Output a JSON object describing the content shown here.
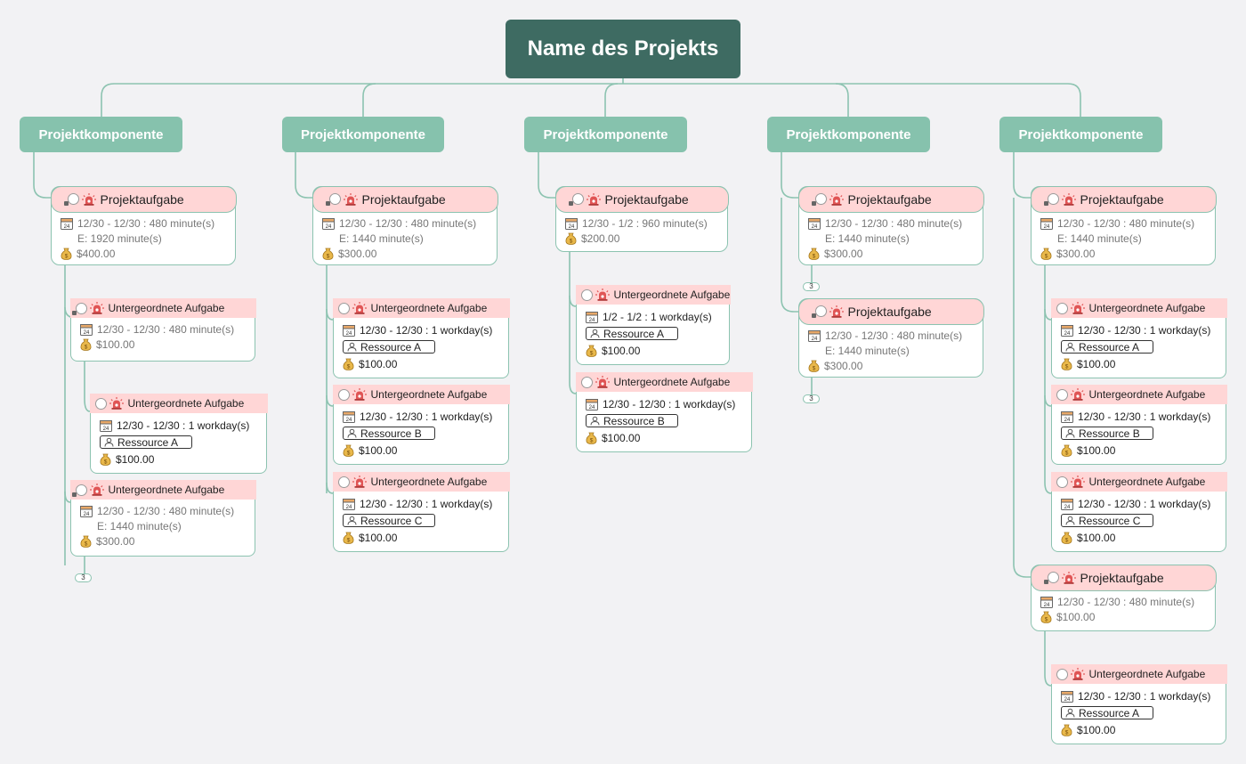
{
  "root": {
    "title": "Name des Projekts"
  },
  "components": [
    {
      "label": "Projektkomponente"
    },
    {
      "label": "Projektkomponente"
    },
    {
      "label": "Projektkomponente"
    },
    {
      "label": "Projektkomponente"
    },
    {
      "label": "Projektkomponente"
    }
  ],
  "cards": [
    {
      "id": "t1a",
      "kind": "task",
      "title": "Projektaufgabe",
      "locked": true,
      "alarm": true,
      "lines": [
        {
          "icon": "calendar-icon",
          "text": "12/30 - 12/30 : 480 minute(s)",
          "tone": "muted"
        },
        {
          "text": "E: 1920 minute(s)",
          "tone": "muted",
          "indent": true
        },
        {
          "icon": "money-icon",
          "text": "$400.00",
          "tone": "muted"
        }
      ]
    },
    {
      "id": "s1a",
      "kind": "sub",
      "title": "Untergeordnete Aufgabe",
      "locked": true,
      "alarm": true,
      "lines": [
        {
          "icon": "calendar-icon",
          "text": "12/30 - 12/30 : 480 minute(s)",
          "tone": "muted"
        },
        {
          "icon": "money-icon",
          "text": "$100.00",
          "tone": "muted"
        }
      ]
    },
    {
      "id": "s1b",
      "kind": "sub",
      "title": "Untergeordnete Aufgabe",
      "locked": false,
      "alarm": true,
      "lines": [
        {
          "icon": "calendar-icon",
          "text": "12/30 - 12/30 : 1 workday(s)",
          "tone": "dark"
        },
        {
          "resource": "Ressource A"
        },
        {
          "icon": "money-icon",
          "text": "$100.00",
          "tone": "dark"
        }
      ]
    },
    {
      "id": "s1c",
      "kind": "sub",
      "title": "Untergeordnete Aufgabe",
      "locked": true,
      "alarm": true,
      "lines": [
        {
          "icon": "calendar-icon",
          "text": "12/30 - 12/30 : 480 minute(s)",
          "tone": "muted"
        },
        {
          "text": "E: 1440 minute(s)",
          "tone": "muted",
          "indent": true
        },
        {
          "icon": "money-icon",
          "text": "$300.00",
          "tone": "muted"
        }
      ]
    },
    {
      "id": "t2a",
      "kind": "task",
      "title": "Projektaufgabe",
      "locked": true,
      "alarm": true,
      "lines": [
        {
          "icon": "calendar-icon",
          "text": "12/30 - 12/30 : 480 minute(s)",
          "tone": "muted"
        },
        {
          "text": "E: 1440 minute(s)",
          "tone": "muted",
          "indent": true
        },
        {
          "icon": "money-icon",
          "text": "$300.00",
          "tone": "muted"
        }
      ]
    },
    {
      "id": "s2a",
      "kind": "sub",
      "title": "Untergeordnete Aufgabe",
      "locked": false,
      "alarm": true,
      "lines": [
        {
          "icon": "calendar-icon",
          "text": "12/30 - 12/30 : 1 workday(s)",
          "tone": "dark"
        },
        {
          "resource": "Ressource A"
        },
        {
          "icon": "money-icon",
          "text": "$100.00",
          "tone": "dark"
        }
      ]
    },
    {
      "id": "s2b",
      "kind": "sub",
      "title": "Untergeordnete Aufgabe",
      "locked": false,
      "alarm": true,
      "lines": [
        {
          "icon": "calendar-icon",
          "text": "12/30 - 12/30 : 1 workday(s)",
          "tone": "dark"
        },
        {
          "resource": "Ressource B"
        },
        {
          "icon": "money-icon",
          "text": "$100.00",
          "tone": "dark"
        }
      ]
    },
    {
      "id": "s2c",
      "kind": "sub",
      "title": "Untergeordnete Aufgabe",
      "locked": false,
      "alarm": true,
      "lines": [
        {
          "icon": "calendar-icon",
          "text": "12/30 - 12/30 : 1 workday(s)",
          "tone": "dark"
        },
        {
          "resource": "Ressource C"
        },
        {
          "icon": "money-icon",
          "text": "$100.00",
          "tone": "dark"
        }
      ]
    },
    {
      "id": "t3a",
      "kind": "task",
      "title": "Projektaufgabe",
      "locked": true,
      "alarm": true,
      "lines": [
        {
          "icon": "calendar-icon",
          "text": "12/30 - 1/2 : 960 minute(s)",
          "tone": "muted"
        },
        {
          "icon": "money-icon",
          "text": "$200.00",
          "tone": "muted"
        }
      ]
    },
    {
      "id": "s3a",
      "kind": "sub",
      "title": "Untergeordnete Aufgabe",
      "locked": false,
      "alarm": true,
      "lines": [
        {
          "icon": "calendar-icon",
          "text": "1/2 - 1/2 : 1 workday(s)",
          "tone": "dark"
        },
        {
          "resource": "Ressource A"
        },
        {
          "icon": "money-icon",
          "text": "$100.00",
          "tone": "dark"
        }
      ]
    },
    {
      "id": "s3b",
      "kind": "sub",
      "title": "Untergeordnete Aufgabe",
      "locked": false,
      "alarm": true,
      "lines": [
        {
          "icon": "calendar-icon",
          "text": "12/30 - 12/30 : 1 workday(s)",
          "tone": "dark"
        },
        {
          "resource": "Ressource B"
        },
        {
          "icon": "money-icon",
          "text": "$100.00",
          "tone": "dark"
        }
      ]
    },
    {
      "id": "t4a",
      "kind": "task",
      "title": "Projektaufgabe",
      "locked": true,
      "alarm": true,
      "lines": [
        {
          "icon": "calendar-icon",
          "text": "12/30 - 12/30 : 480 minute(s)",
          "tone": "muted"
        },
        {
          "text": "E: 1440 minute(s)",
          "tone": "muted",
          "indent": true
        },
        {
          "icon": "money-icon",
          "text": "$300.00",
          "tone": "muted"
        }
      ]
    },
    {
      "id": "t4b",
      "kind": "task",
      "title": "Projektaufgabe",
      "locked": true,
      "alarm": true,
      "lines": [
        {
          "icon": "calendar-icon",
          "text": "12/30 - 12/30 : 480 minute(s)",
          "tone": "muted"
        },
        {
          "text": "E: 1440 minute(s)",
          "tone": "muted",
          "indent": true
        },
        {
          "icon": "money-icon",
          "text": "$300.00",
          "tone": "muted"
        }
      ]
    },
    {
      "id": "t5a",
      "kind": "task",
      "title": "Projektaufgabe",
      "locked": true,
      "alarm": true,
      "lines": [
        {
          "icon": "calendar-icon",
          "text": "12/30 - 12/30 : 480 minute(s)",
          "tone": "muted"
        },
        {
          "text": "E: 1440 minute(s)",
          "tone": "muted",
          "indent": true
        },
        {
          "icon": "money-icon",
          "text": "$300.00",
          "tone": "muted"
        }
      ]
    },
    {
      "id": "s5a",
      "kind": "sub",
      "title": "Untergeordnete Aufgabe",
      "locked": false,
      "alarm": true,
      "lines": [
        {
          "icon": "calendar-icon",
          "text": "12/30 - 12/30 : 1 workday(s)",
          "tone": "dark"
        },
        {
          "resource": "Ressource A"
        },
        {
          "icon": "money-icon",
          "text": "$100.00",
          "tone": "dark"
        }
      ]
    },
    {
      "id": "s5b",
      "kind": "sub",
      "title": "Untergeordnete Aufgabe",
      "locked": false,
      "alarm": true,
      "lines": [
        {
          "icon": "calendar-icon",
          "text": "12/30 - 12/30 : 1 workday(s)",
          "tone": "dark"
        },
        {
          "resource": "Ressource B"
        },
        {
          "icon": "money-icon",
          "text": "$100.00",
          "tone": "dark"
        }
      ]
    },
    {
      "id": "s5c",
      "kind": "sub",
      "title": "Untergeordnete Aufgabe",
      "locked": false,
      "alarm": true,
      "lines": [
        {
          "icon": "calendar-icon",
          "text": "12/30 - 12/30 : 1 workday(s)",
          "tone": "dark"
        },
        {
          "resource": "Ressource C"
        },
        {
          "icon": "money-icon",
          "text": "$100.00",
          "tone": "dark"
        }
      ]
    },
    {
      "id": "t5b",
      "kind": "task",
      "title": "Projektaufgabe",
      "locked": true,
      "alarm": true,
      "lines": [
        {
          "icon": "calendar-icon",
          "text": "12/30 - 12/30 : 480 minute(s)",
          "tone": "muted"
        },
        {
          "icon": "money-icon",
          "text": "$100.00",
          "tone": "muted"
        }
      ]
    },
    {
      "id": "s5d",
      "kind": "sub",
      "title": "Untergeordnete Aufgabe",
      "locked": false,
      "alarm": true,
      "lines": [
        {
          "icon": "calendar-icon",
          "text": "12/30 - 12/30 : 1 workday(s)",
          "tone": "dark"
        },
        {
          "resource": "Ressource A"
        },
        {
          "icon": "money-icon",
          "text": "$100.00",
          "tone": "dark"
        }
      ]
    }
  ],
  "collapsed_badges": [
    {
      "id": "b1",
      "count": "3"
    },
    {
      "id": "b4a",
      "count": "3"
    },
    {
      "id": "b4b",
      "count": "3"
    }
  ],
  "colors": {
    "root_bg": "#3e6b62",
    "component_bg": "#86c2ad",
    "task_header_bg": "#ffd6d6",
    "connector": "#8cc3b0",
    "background": "#f2f2f4"
  }
}
